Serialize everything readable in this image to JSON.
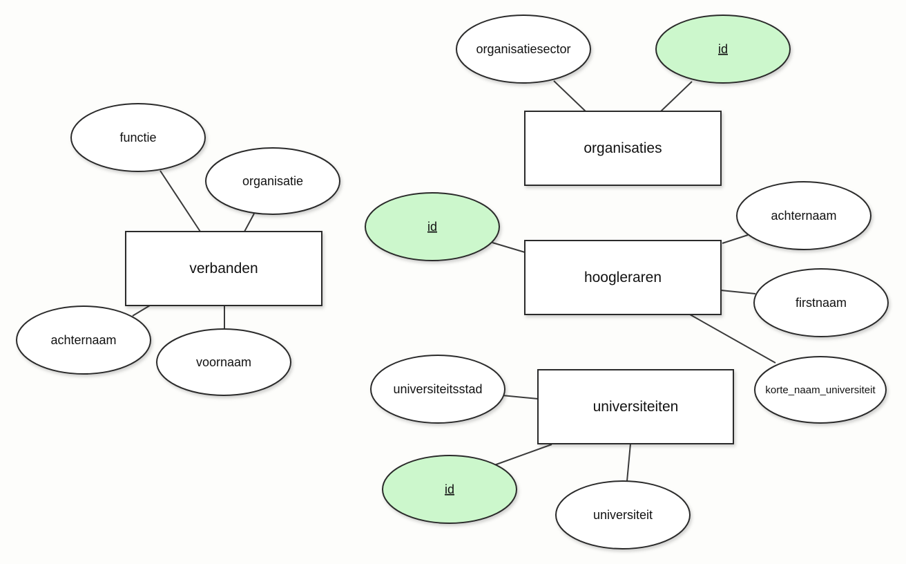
{
  "diagram": {
    "type": "entity-relationship",
    "colors": {
      "background": "#fdfdfb",
      "entity_fill": "#ffffff",
      "attribute_fill": "#ffffff",
      "key_attribute_fill": "#ccf7cc",
      "stroke": "#2a2a2a"
    },
    "entities": [
      {
        "id": "organisaties",
        "label": "organisaties",
        "attributes": [
          {
            "id": "organisaties-organisatiesector",
            "label": "organisatiesector",
            "key": false
          },
          {
            "id": "organisaties-id",
            "label": "id",
            "key": true
          }
        ]
      },
      {
        "id": "verbanden",
        "label": "verbanden",
        "attributes": [
          {
            "id": "verbanden-functie",
            "label": "functie",
            "key": false
          },
          {
            "id": "verbanden-organisatie",
            "label": "organisatie",
            "key": false
          },
          {
            "id": "verbanden-achternaam",
            "label": "achternaam",
            "key": false
          },
          {
            "id": "verbanden-voornaam",
            "label": "voornaam",
            "key": false
          }
        ]
      },
      {
        "id": "hoogleraren",
        "label": "hoogleraren",
        "attributes": [
          {
            "id": "hoogleraren-id",
            "label": "id",
            "key": true
          },
          {
            "id": "hoogleraren-achternaam",
            "label": "achternaam",
            "key": false
          },
          {
            "id": "hoogleraren-firstnaam",
            "label": "firstnaam",
            "key": false
          },
          {
            "id": "hoogleraren-korte_naam_universiteit",
            "label": "korte_naam_universiteit",
            "key": false
          }
        ]
      },
      {
        "id": "universiteiten",
        "label": "universiteiten",
        "attributes": [
          {
            "id": "universiteiten-universiteitsstad",
            "label": "universiteitsstad",
            "key": false
          },
          {
            "id": "universiteiten-id",
            "label": "id",
            "key": true
          },
          {
            "id": "universiteiten-universiteit",
            "label": "universiteit",
            "key": false
          }
        ]
      }
    ]
  }
}
